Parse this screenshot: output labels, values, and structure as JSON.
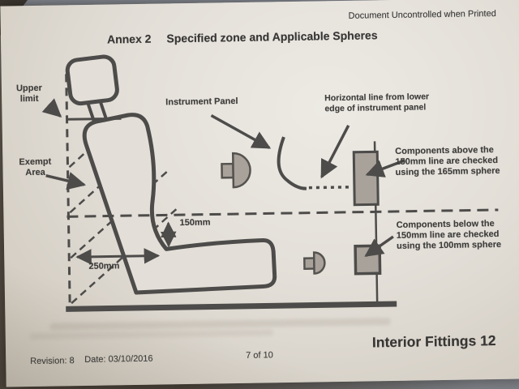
{
  "header": {
    "watermark": "Document Uncontrolled when Printed",
    "annex_label": "Annex 2",
    "title": "Specified zone and Applicable Spheres"
  },
  "diagram": {
    "labels": {
      "upper_limit": "Upper limit",
      "exempt_area": "Exempt Area",
      "instrument_panel": "Instrument Panel",
      "horizontal_line_note": "Horizontal line from lower edge of instrument panel",
      "components_above_note": "Components above the 150mm line are checked using the 165mm sphere",
      "components_below_note": "Components below the 150mm line are checked using the 100mm sphere",
      "dimension_150mm": "150mm",
      "dimension_250mm": "250mm"
    },
    "symbols": {
      "sphere_165mm": "half-sphere-probe-symbol",
      "sphere_100mm": "half-sphere-probe-symbol",
      "component_above": "gray-rectangle-component",
      "component_below": "gray-rectangle-component"
    },
    "colors": {
      "line": "#4d4c4a",
      "component_fill": "#a9a29b",
      "paper": "#e3dfd8"
    }
  },
  "footer": {
    "revision": "Revision: 8",
    "date": "Date: 03/10/2016",
    "page_number": "7 of 10",
    "document_title": "Interior Fittings 12"
  }
}
